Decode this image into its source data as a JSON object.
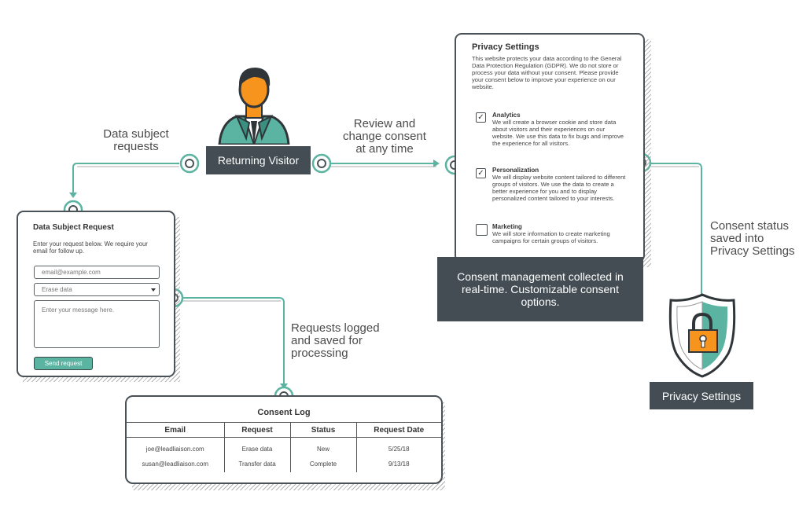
{
  "labels": {
    "data_subject_requests": "Data subject requests",
    "review_change_consent": "Review and change consent at any time",
    "returning_visitor": "Returning Visitor",
    "requests_logged": "Requests logged and saved for processing",
    "consent_status_saved": "Consent status saved into Privacy Settings",
    "consent_management": "Consent management collected in real-time. Customizable consent options.",
    "privacy_settings_badge": "Privacy Settings"
  },
  "privacy_panel": {
    "title": "Privacy Settings",
    "intro": "This website protects your data according to the General Data Protection Regulation (GDPR). We do not store or process your data without your consent. Please provide your consent below to improve your experience on our website.",
    "items": [
      {
        "title": "Analytics",
        "checked": true,
        "check_mark": "✓",
        "text": "We will create a browser cookie and store data about visitors and their experiences on our website. We use this data to fix bugs and improve the experience for all visitors."
      },
      {
        "title": "Personalization",
        "checked": true,
        "check_mark": "✓",
        "text": "We will display website content tailored to different groups of visitors. We use the data to create a better experience for you and to display personalized content tailored to your interests."
      },
      {
        "title": "Marketing",
        "checked": false,
        "check_mark": "",
        "text": "We will store information to create marketing campaigns for certain groups of visitors."
      }
    ]
  },
  "request_form": {
    "title": "Data Subject Request",
    "intro": "Enter your request below. We require your email for follow up.",
    "email_placeholder": "email@example.com",
    "select_value": "Erase data",
    "message_placeholder": "Enter your message here.",
    "send_label": "Send request"
  },
  "consent_log": {
    "title": "Consent Log",
    "headers": [
      "Email",
      "Request",
      "Status",
      "Request Date"
    ],
    "rows": [
      [
        "joe@leadliaison.com",
        "Erase data",
        "New",
        "5/25/18"
      ],
      [
        "susan@leadliaison.com",
        "Transfer data",
        "Complete",
        "9/13/18"
      ]
    ]
  },
  "colors": {
    "accent": "#5bb3a2",
    "dark": "#434d53",
    "orange": "#f7941d"
  },
  "icons": [
    "person-icon",
    "shield-lock-icon",
    "checkbox-icon",
    "dropdown-caret-icon"
  ]
}
